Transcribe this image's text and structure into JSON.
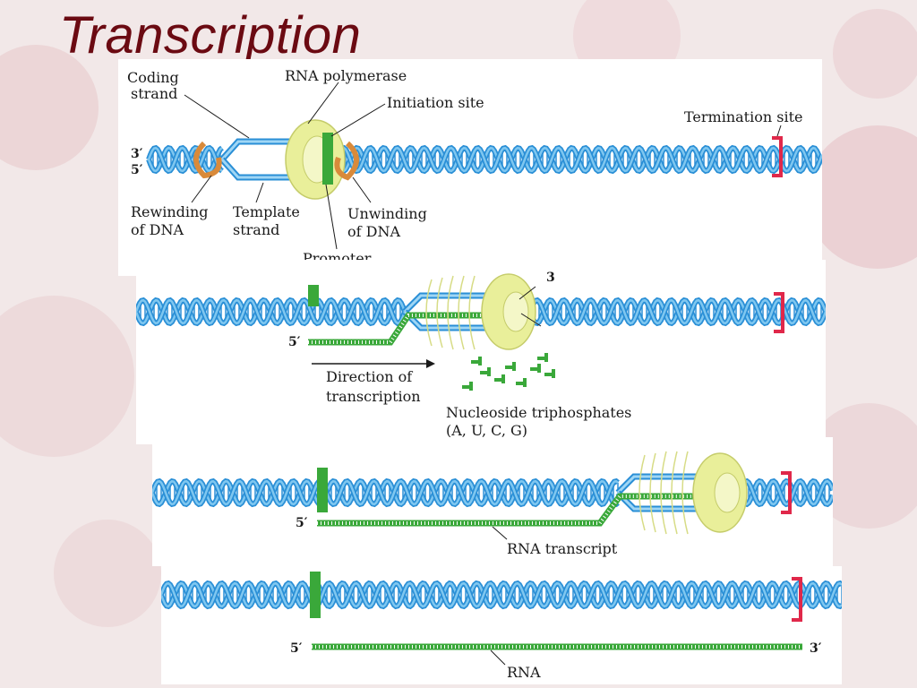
{
  "slide": {
    "title": "Transcription"
  },
  "panel1": {
    "coding_strand": "Coding",
    "coding_strand_2": "strand",
    "rna_polymerase": "RNA polymerase",
    "initiation_site": "Initiation site",
    "termination_site": "Termination site",
    "end_3": "3′",
    "end_5": "5′",
    "rewinding": "Rewinding",
    "rewinding_2": "of DNA",
    "template": "Template",
    "template_2": "strand",
    "unwinding": "Unwinding",
    "unwinding_2": "of DNA",
    "promoter": "Promoter"
  },
  "panel2": {
    "end_3": "3",
    "end_5": "5′",
    "direction": "Direction of",
    "direction_2": "transcription",
    "ntp": "Nucleoside triphosphates",
    "ntp_2": "(A, U, C, G)"
  },
  "panel3": {
    "end_5": "5′",
    "rna_transcript": "RNA transcript"
  },
  "panel4": {
    "end_5": "5′",
    "end_3": "3′",
    "rna": "RNA"
  },
  "colors": {
    "dna_blue": "#2a8fd6",
    "dna_light": "#7fc7f0",
    "rna_green": "#3aa83a",
    "polymerase": "#e9ef9a",
    "termination_red": "#e0284a",
    "title": "#6b0a12",
    "rewind_arrow": "#d98a3a"
  }
}
